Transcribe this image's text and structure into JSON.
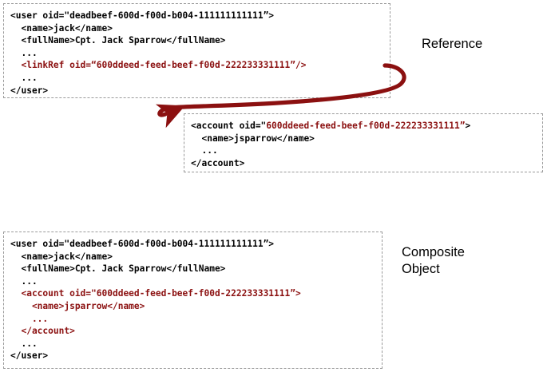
{
  "diagram": {
    "title": "XML object reference versus composite object",
    "accent_color": "#8b1010",
    "box_border_color": "#9a9a9a",
    "text_color": "#000000"
  },
  "reference_box": {
    "name": "reference-xml-snippet",
    "lines": [
      {
        "segments": [
          {
            "text": "<user oid=\"deadbeef-600d-f00d-b004-111111111111”>",
            "color": "black"
          }
        ]
      },
      {
        "segments": [
          {
            "text": "  <name>jack</name>",
            "color": "black"
          }
        ]
      },
      {
        "segments": [
          {
            "text": "  <fullName>Cpt. Jack Sparrow</fullName>",
            "color": "black"
          }
        ]
      },
      {
        "segments": [
          {
            "text": "  ...",
            "color": "black"
          }
        ]
      },
      {
        "segments": [
          {
            "text": "  <linkRef oid=“600ddeed-feed-beef-f00d-222233331111”/>",
            "color": "red"
          }
        ]
      },
      {
        "segments": [
          {
            "text": "  ...",
            "color": "black"
          }
        ]
      },
      {
        "segments": [
          {
            "text": "</user>",
            "color": "black"
          }
        ]
      }
    ]
  },
  "account_box": {
    "name": "account-xml-snippet",
    "lines": [
      {
        "segments": [
          {
            "text": "<account oid=\"",
            "color": "black"
          },
          {
            "text": "600ddeed-feed-beef-f00d-222233331111”",
            "color": "red"
          },
          {
            "text": ">",
            "color": "black"
          }
        ]
      },
      {
        "segments": [
          {
            "text": "  <name>jsparrow</name>",
            "color": "black"
          }
        ]
      },
      {
        "segments": [
          {
            "text": "  ...",
            "color": "black"
          }
        ]
      },
      {
        "segments": [
          {
            "text": "</account>",
            "color": "black"
          }
        ]
      }
    ]
  },
  "composite_box": {
    "name": "composite-xml-snippet",
    "lines": [
      {
        "segments": [
          {
            "text": "<user oid=\"deadbeef-600d-f00d-b004-111111111111”>",
            "color": "black"
          }
        ]
      },
      {
        "segments": [
          {
            "text": "  <name>jack</name>",
            "color": "black"
          }
        ]
      },
      {
        "segments": [
          {
            "text": "  <fullName>Cpt. Jack Sparrow</fullName>",
            "color": "black"
          }
        ]
      },
      {
        "segments": [
          {
            "text": "  ...",
            "color": "black"
          }
        ]
      },
      {
        "segments": [
          {
            "text": "  <account oid=\"600ddeed-feed-beef-f00d-222233331111”>",
            "color": "red"
          }
        ]
      },
      {
        "segments": [
          {
            "text": "    <name>jsparrow</name>",
            "color": "red"
          }
        ]
      },
      {
        "segments": [
          {
            "text": "    ...",
            "color": "red"
          }
        ]
      },
      {
        "segments": [
          {
            "text": "  </account>",
            "color": "red"
          }
        ]
      },
      {
        "segments": [
          {
            "text": "  ...",
            "color": "black"
          }
        ]
      },
      {
        "segments": [
          {
            "text": "</user>",
            "color": "black"
          }
        ]
      }
    ]
  },
  "captions": {
    "reference": "Reference",
    "composite": "Composite\nObject"
  },
  "arrow": {
    "name": "reference-link-arrow",
    "color": "#8b1010",
    "from_label": "linkRef oid (Reference box)",
    "to_label": "account oid (Account box)"
  }
}
